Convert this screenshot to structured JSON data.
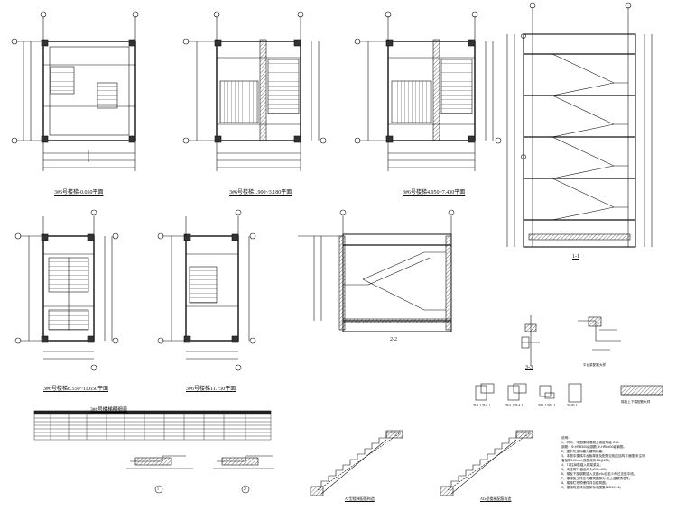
{
  "sheet": {
    "plans": [
      {
        "caption": "3#6号楼梯-0.050平面"
      },
      {
        "caption": "3#6号楼梯1.900~3.180平面"
      },
      {
        "caption": "3#6号楼梯4.950~7.430平面"
      },
      {
        "caption": "3#6号楼梯8.550~11.650平面"
      },
      {
        "caption": "3#6号楼梯11.750平面"
      }
    ],
    "sections": [
      {
        "caption": "1-1"
      },
      {
        "caption": "2-2"
      },
      {
        "caption": "3-3"
      }
    ],
    "table": {
      "title": "3#6号楼梯明细表",
      "rows": 8,
      "cols": 12
    },
    "details": [
      {
        "caption": "TL1-1 TL2-1"
      },
      {
        "caption": "TL3-1 TL4-1"
      },
      {
        "caption": "TZ1-1 TZ2-1"
      },
      {
        "caption": "TZ1B-1"
      },
      {
        "caption": "梯板上下端配筋大样"
      },
      {
        "caption": "平台梁配筋大样"
      },
      {
        "caption": "1"
      },
      {
        "caption": "2"
      },
      {
        "caption": "AT型楼梯配筋构造"
      },
      {
        "caption": "ATa型楼梯配筋构造"
      }
    ],
    "notes": {
      "heading": "说明：",
      "lines": [
        "1、材料：本图楼梯混凝土强度等级 C30,",
        "   钢筋：Φ-HPB300级钢筋,Φ-HRB400级钢筋。",
        "2、图中所注标高为建筑标高。",
        "3、本图中楼梯平台板厚度及配筋见相应结构平面图,未注明",
        "   者板厚100mm,双层双向Φ8@200。",
        "4、TZ柱纵筋锚入框架梁内。",
        "5、未注明TL截面均为200×400。",
        "6、梯板下部钢筋锚入支座≥5d且至少伸过支座中线。",
        "7、楼梯施工时应与建筑图核对,防止遗漏预埋件。",
        "8、楼梯栏杆预埋件详见建筑图。",
        "9、楼梯构造详见国家标准图集16G101-2。"
      ]
    }
  }
}
